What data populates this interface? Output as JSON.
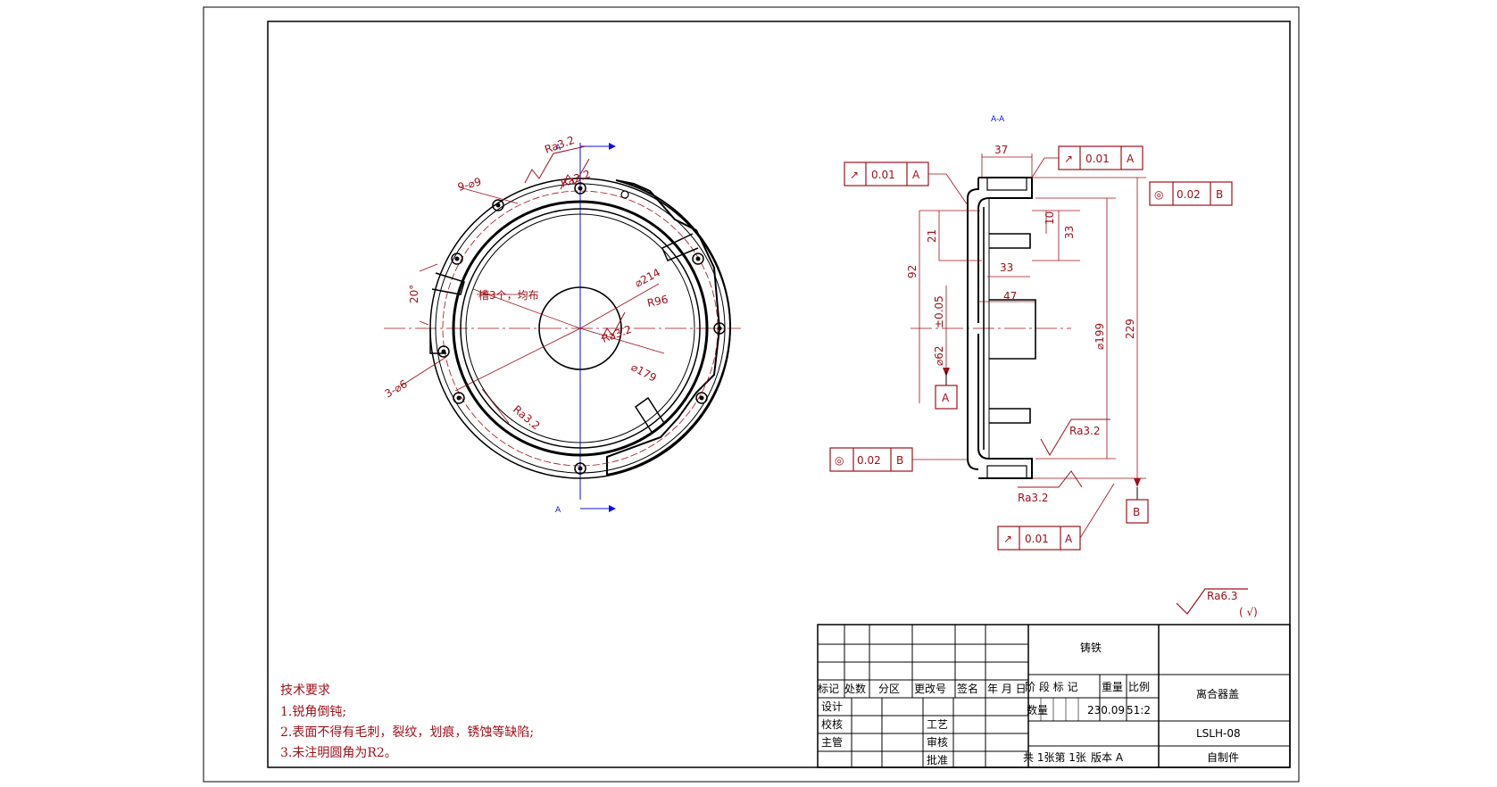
{
  "section": {
    "label": "A-A",
    "marker_top": "A",
    "marker_bottom": "A"
  },
  "front_view": {
    "holes": "9-⌀9",
    "angle": "20°",
    "small_holes": "3-⌀6",
    "slots": "槽3个，均布",
    "dia_outer": "⌀214",
    "radius": "R96",
    "dia_inner": "⌀179",
    "rough_1": "Ra3.2",
    "rough_2": "Ra3.2",
    "rough_3": "Ra3.2",
    "rough_4": "Ra3.2"
  },
  "side_view": {
    "dim_37": "37",
    "dim_10": "10",
    "dim_33_v": "33",
    "dim_21": "21",
    "dim_92": "92",
    "dim_33_h": "33",
    "dim_47": "47",
    "tol_005": "±0.05",
    "dia_62": "⌀62",
    "dia_199": "⌀199",
    "dim_229": "229",
    "rough_a": "Ra3.2",
    "rough_b": "Ra3.2",
    "datum_a": "A",
    "datum_b": "B",
    "fcf_top_left": {
      "sym": "↗",
      "value": "0.01",
      "datum": "A"
    },
    "fcf_top_right": {
      "sym": "↗",
      "value": "0.01",
      "datum": "A"
    },
    "fcf_conc_right": {
      "sym": "◎",
      "value": "0.02",
      "datum": "B"
    },
    "fcf_conc_left": {
      "sym": "◎",
      "value": "0.02",
      "datum": "B"
    },
    "fcf_bottom": {
      "sym": "↗",
      "value": "0.01",
      "datum": "A"
    }
  },
  "general_roughness": {
    "value": "Ra6.3",
    "note": "( √)"
  },
  "tech_requirements": {
    "title": "技术要求",
    "items": [
      "1.锐角倒钝;",
      "2.表面不得有毛刺，裂纹，划痕，锈蚀等缺陷;",
      "3.未注明圆角为R2。"
    ]
  },
  "title_block": {
    "material": "铸铁",
    "part_name": "离合器盖",
    "drawing_no": "LSLH-08",
    "type": "自制件",
    "headers": [
      "标记",
      "处数",
      "分区",
      "更改号",
      "签名",
      "年 月 日"
    ],
    "stage_headers": [
      "阶 段 标 记",
      "重量",
      "比例"
    ],
    "weight": "230.09",
    "scale": "51:2",
    "quantity_label": "数量",
    "roles": [
      "设计",
      "校核",
      "主管"
    ],
    "roles_right": [
      "工艺",
      "审核",
      "批准"
    ],
    "sheet_info": "共 1张第 1张",
    "version": "版本 A"
  }
}
